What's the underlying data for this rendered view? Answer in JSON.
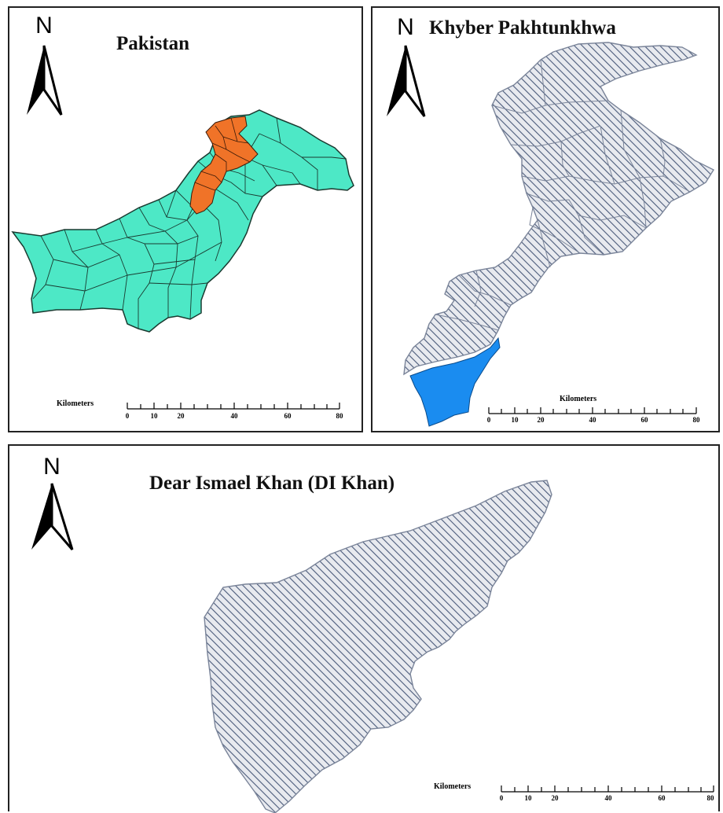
{
  "panels": [
    {
      "title": "Pakistan"
    },
    {
      "title": "Khyber Pakhtunkhwa"
    },
    {
      "title": "Dear Ismael Khan (DI Khan)"
    }
  ],
  "north_label": "N",
  "scale": {
    "unit_label": "Kilometers",
    "ticks": [
      "0",
      "10",
      "20",
      "40",
      "60",
      "80"
    ]
  },
  "colors": {
    "pakistan_fill": "#4de8c6",
    "kp_highlight": "#f07328",
    "hatch": "#4a5a7a",
    "di_khan_highlight": "#1a8cf0"
  }
}
